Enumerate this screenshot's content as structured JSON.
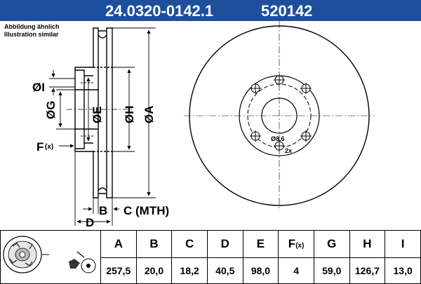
{
  "header": {
    "part_number": "24.0320-0142.1",
    "short_number": "520142"
  },
  "note": {
    "line_de": "Abbildung ähnlich",
    "line_en": "Illustration similar"
  },
  "drawing": {
    "labels": {
      "dia_i": "ØI",
      "dia_g": "ØG",
      "dia_e": "ØE",
      "dia_h": "ØH",
      "dia_a": "ØA",
      "f": "F",
      "f_sub": "(x)",
      "b": "B",
      "c": "C (MTH)",
      "d": "D",
      "bolt_dia": "Ø8,6",
      "bolt_count": "2x"
    }
  },
  "table": {
    "headers": [
      "A",
      "B",
      "C",
      "D",
      "E",
      "F",
      "G",
      "H",
      "I"
    ],
    "f_header_sub": "(x)",
    "values": [
      "257,5",
      "20,0",
      "18,2",
      "40,5",
      "98,0",
      "4",
      "59,0",
      "126,7",
      "13,0"
    ]
  }
}
